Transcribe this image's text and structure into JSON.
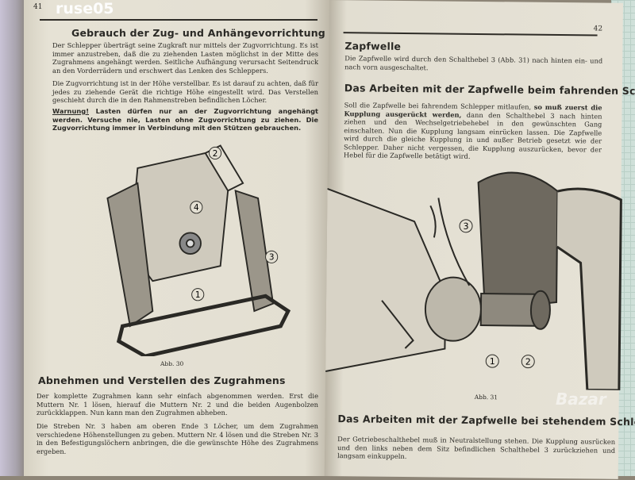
{
  "watermarks": {
    "top_left": "ruse05",
    "bottom_right": "Bazar"
  },
  "left_page": {
    "page_number": "41",
    "heading1": "Gebrauch der Zug- und Anhängevorrichtung",
    "para1": "Der Schlepper überträgt seine Zugkraft nur mittels der Zugvorrichtung. Es ist immer anzustreben, daß die zu ziehenden Lasten möglichst in der Mitte des Zugrahmens angehängt werden. Seitliche Aufhängung verursacht Seitendruck an den Vorderrädern und erschwert das Lenken des Schleppers.",
    "para2": "Die Zugvorrichtung ist in der Höhe verstellbar. Es ist darauf zu achten, daß für jedes zu ziehende Gerät die richtige Höhe eingestellt wird. Das Verstellen geschieht durch die in den Rahmenstreben befindlichen Löcher.",
    "warning_label": "Warnung!",
    "warning_text": "Lasten dürfen nur an der Zugvorrichtung angehängt werden. Versuche nie, Lasten ohne Zugvorrichtung zu ziehen. Die Zugvorrichtung immer in Verbindung mit den Stützen gebrauchen.",
    "figure_callouts": [
      "1",
      "2",
      "3",
      "4"
    ],
    "figure_caption": "Abb. 30",
    "heading2": "Abnehmen und Verstellen des Zugrahmens",
    "para3": "Der komplette Zugrahmen kann sehr einfach abgenommen werden. Erst die Muttern Nr. 1 lösen, hierauf die Muttern Nr. 2 und die beiden Augenbolzen zurückklappen. Nun kann man den Zugrahmen abheben.",
    "para4": "Die Streben Nr. 3 haben am oberen Ende 3 Löcher, um dem Zugrahmen verschiedene Höhenstellungen zu geben. Muttern Nr. 4 lösen und die Streben Nr. 3 in den Befestigungslöchern anbringen, die die gewünschte Höhe des Zugrahmens ergeben."
  },
  "right_page": {
    "page_number": "42",
    "heading1": "Zapfwelle",
    "para1": "Die Zapfwelle wird durch den Schalthebel 3 (Abb. 31) nach hinten ein- und nach vorn ausgeschaltet.",
    "heading2": "Das Arbeiten mit der Zapfwelle beim fahrenden Schlepper",
    "para2_start": "Soll die Zapfwelle bei fahrendem Schlepper mitlaufen,",
    "para2_bold": "so muß zuerst die Kupplung ausgerückt werden,",
    "para2_end": "dann den Schalthebel 3 nach hinten ziehen und den Wechselgetriebehebel in den gewünschten Gang einschalten. Nun die Kupplung langsam einrücken lassen. Die Zapfwelle wird durch die gleiche Kupplung in und außer Betrieb gesetzt wie der Schlepper. Daher nicht vergessen, die Kupplung auszurücken, bevor der Hebel für die Zapfwelle betätigt wird.",
    "figure_callouts": [
      "1",
      "2",
      "3"
    ],
    "figure_caption": "Abb. 31",
    "heading3": "Das Arbeiten mit der Zapfwelle bei stehendem Schlepper",
    "para3": "Der Getriebeschalthebel muß in Neutralstellung stehen. Die Kupplung ausrücken und den links neben dem Sitz befindlichen Schalthebel 3 zurückziehen und langsam einkuppeln."
  }
}
